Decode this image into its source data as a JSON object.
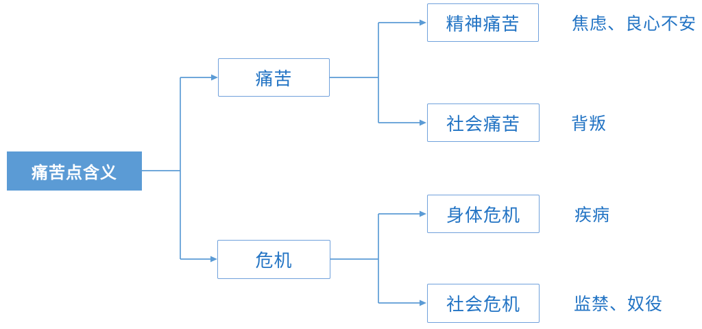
{
  "diagram": {
    "root": {
      "label": "痛苦点含义"
    },
    "branches": [
      {
        "label": "痛苦",
        "children": [
          {
            "label": "精神痛苦",
            "note": "焦虑、良心不安"
          },
          {
            "label": "社会痛苦",
            "note": "背叛"
          }
        ]
      },
      {
        "label": "危机",
        "children": [
          {
            "label": "身体危机",
            "note": "疾病"
          },
          {
            "label": "社会危机",
            "note": "监禁、奴役"
          }
        ]
      }
    ],
    "colors": {
      "root_fill": "#5B9BD5",
      "root_text": "#FFFFFF",
      "node_border": "#6FA0DB",
      "node_text": "#2374C4",
      "connector": "#5B9BD5",
      "background": "#FFFFFF"
    }
  }
}
